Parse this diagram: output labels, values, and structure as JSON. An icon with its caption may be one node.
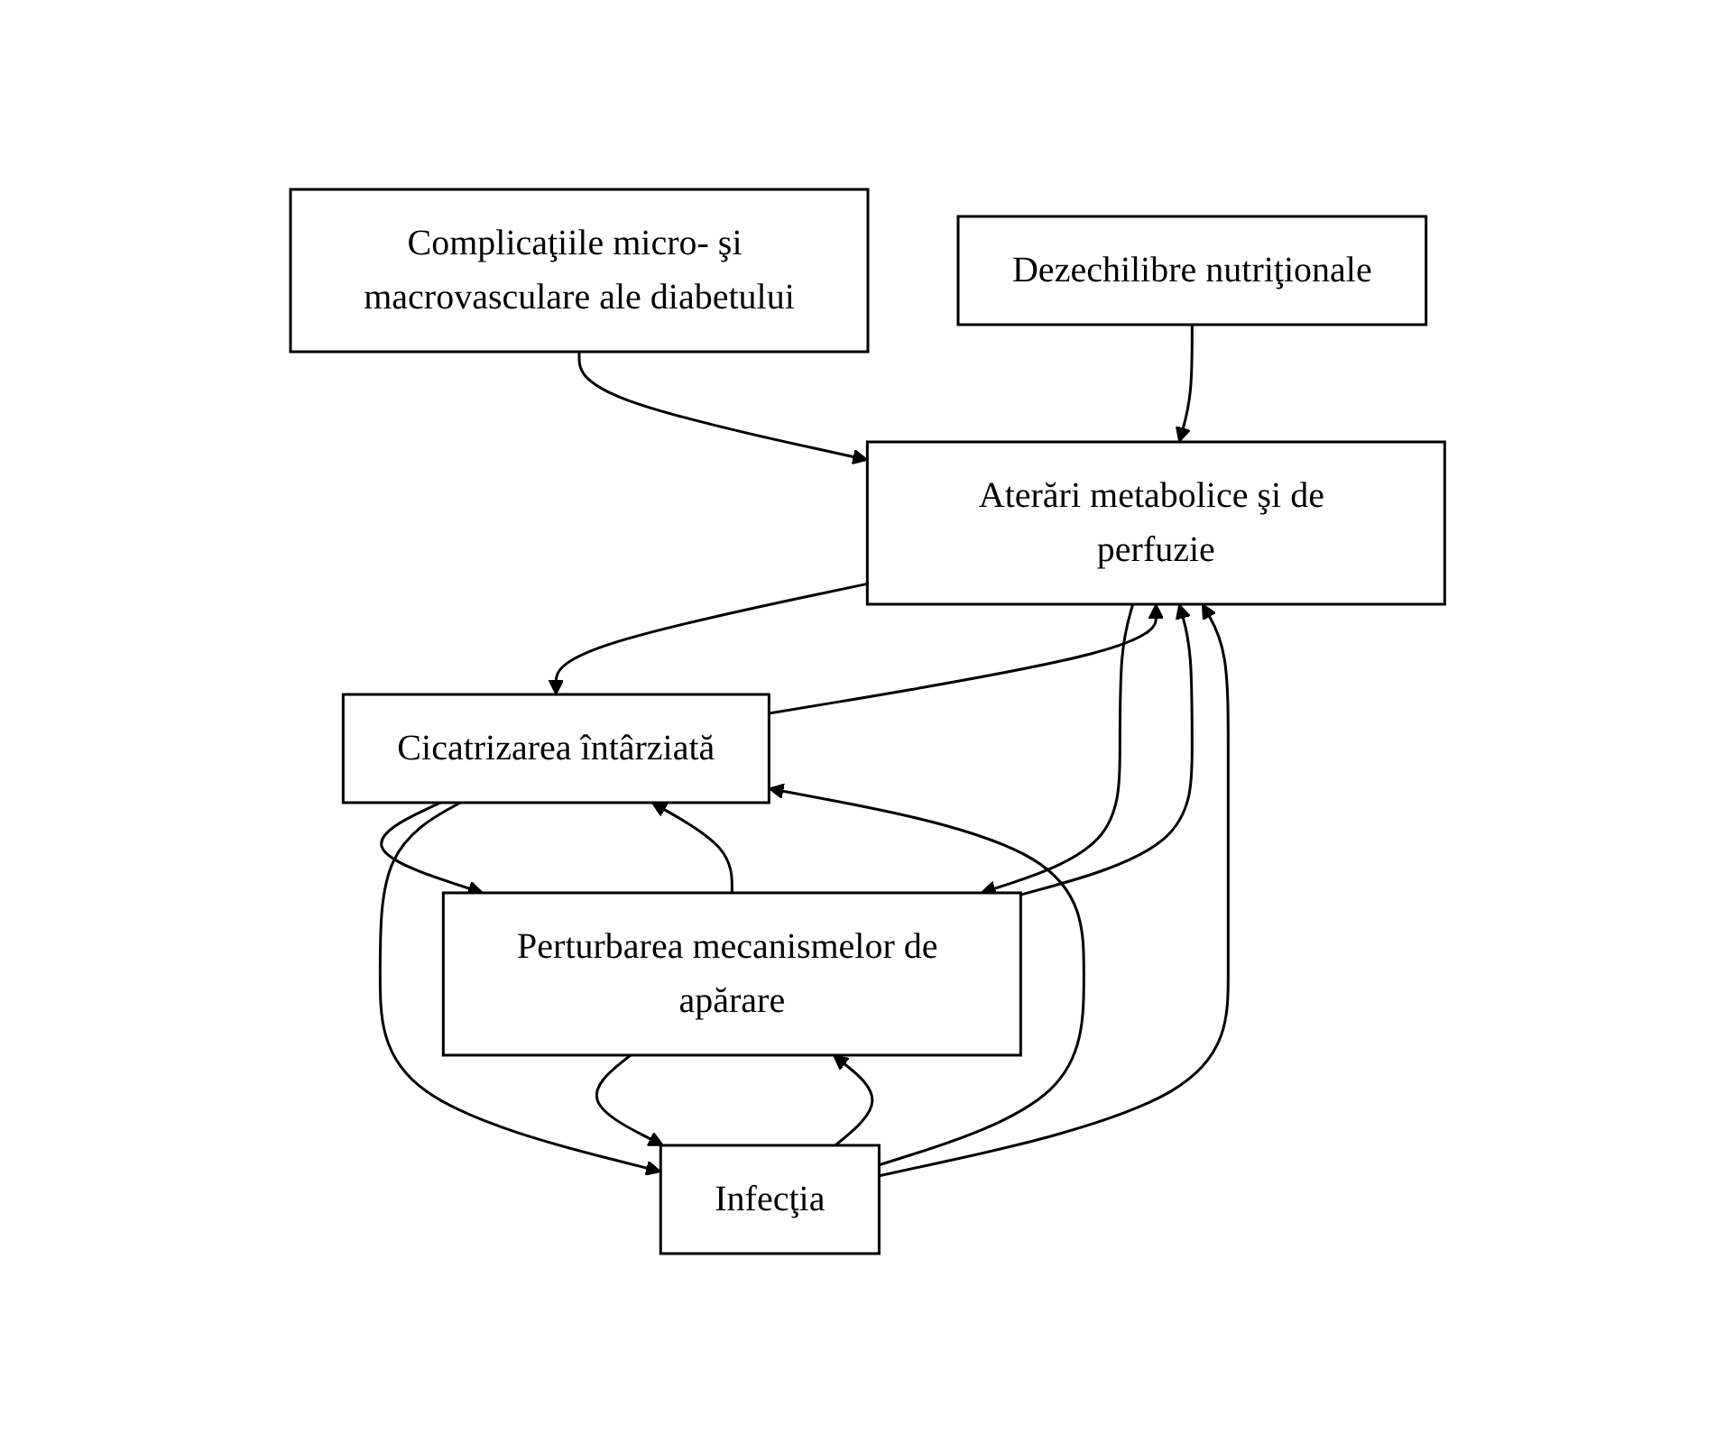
{
  "diagram": {
    "nodes": [
      {
        "text": [
          "Complicaţiile micro- şi macrovasculare ale diabetului"
        ]
      },
      {
        "text": [
          "Dezechilibre nutriţionale"
        ]
      },
      {
        "text": [
          "Aterări metabolice şi de perfuzie"
        ]
      },
      {
        "text": [
          "Cicatrizarea întârziată"
        ]
      },
      {
        "text": [
          "Perturbarea mecanismelor de apărare"
        ]
      },
      {
        "text": [
          "Infecţia"
        ]
      }
    ],
    "edges": [
      {
        "from": 0,
        "to": 2,
        "arrow": "to"
      },
      {
        "from": 1,
        "to": 2,
        "arrow": "to"
      },
      {
        "from": 2,
        "to": 3,
        "arrow": "to"
      },
      {
        "from": 3,
        "to": 2,
        "arrow": "to"
      },
      {
        "from": 5,
        "to": 2,
        "arrow": "to"
      },
      {
        "from": 4,
        "to": 2,
        "arrow": "to"
      },
      {
        "from": 2,
        "to": 4,
        "arrow": "to"
      },
      {
        "from": 3,
        "to": 4,
        "arrow": "to"
      },
      {
        "from": 4,
        "to": 3,
        "arrow": "to"
      },
      {
        "from": 3,
        "to": 5,
        "arrow": "to"
      },
      {
        "from": 5,
        "to": 3,
        "arrow": "to"
      },
      {
        "from": 4,
        "to": 5,
        "arrow": "to"
      },
      {
        "from": 5,
        "to": 4,
        "arrow": "to"
      }
    ]
  }
}
